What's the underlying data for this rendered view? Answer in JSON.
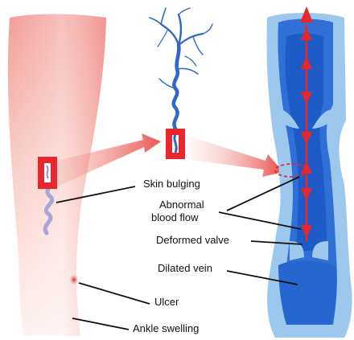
{
  "labels": {
    "skin_bulging": "Skin bulging",
    "abnormal_blood_flow_1": "Abnormal",
    "abnormal_blood_flow_2": "blood flow",
    "deformed_valve": "Deformed valve",
    "dilated_vein": "Dilated vein",
    "ulcer": "Ulcer",
    "ankle_swelling": "Ankle swelling"
  },
  "colors": {
    "leg_top": "#f6a5a2",
    "leg_bottom": "#ffffff",
    "vein_light": "#9dc8ee",
    "vein_dark": "#2d6ed3",
    "vein_core": "#1d58c4",
    "accent_red": "#e8262b",
    "zoom_arrow": "#f28b82",
    "leader_line": "#111111"
  },
  "icons": {
    "varicose_vein_tree": "branching-vein-illustration",
    "vein_cross_section": "dilated-vein-cutaway"
  }
}
